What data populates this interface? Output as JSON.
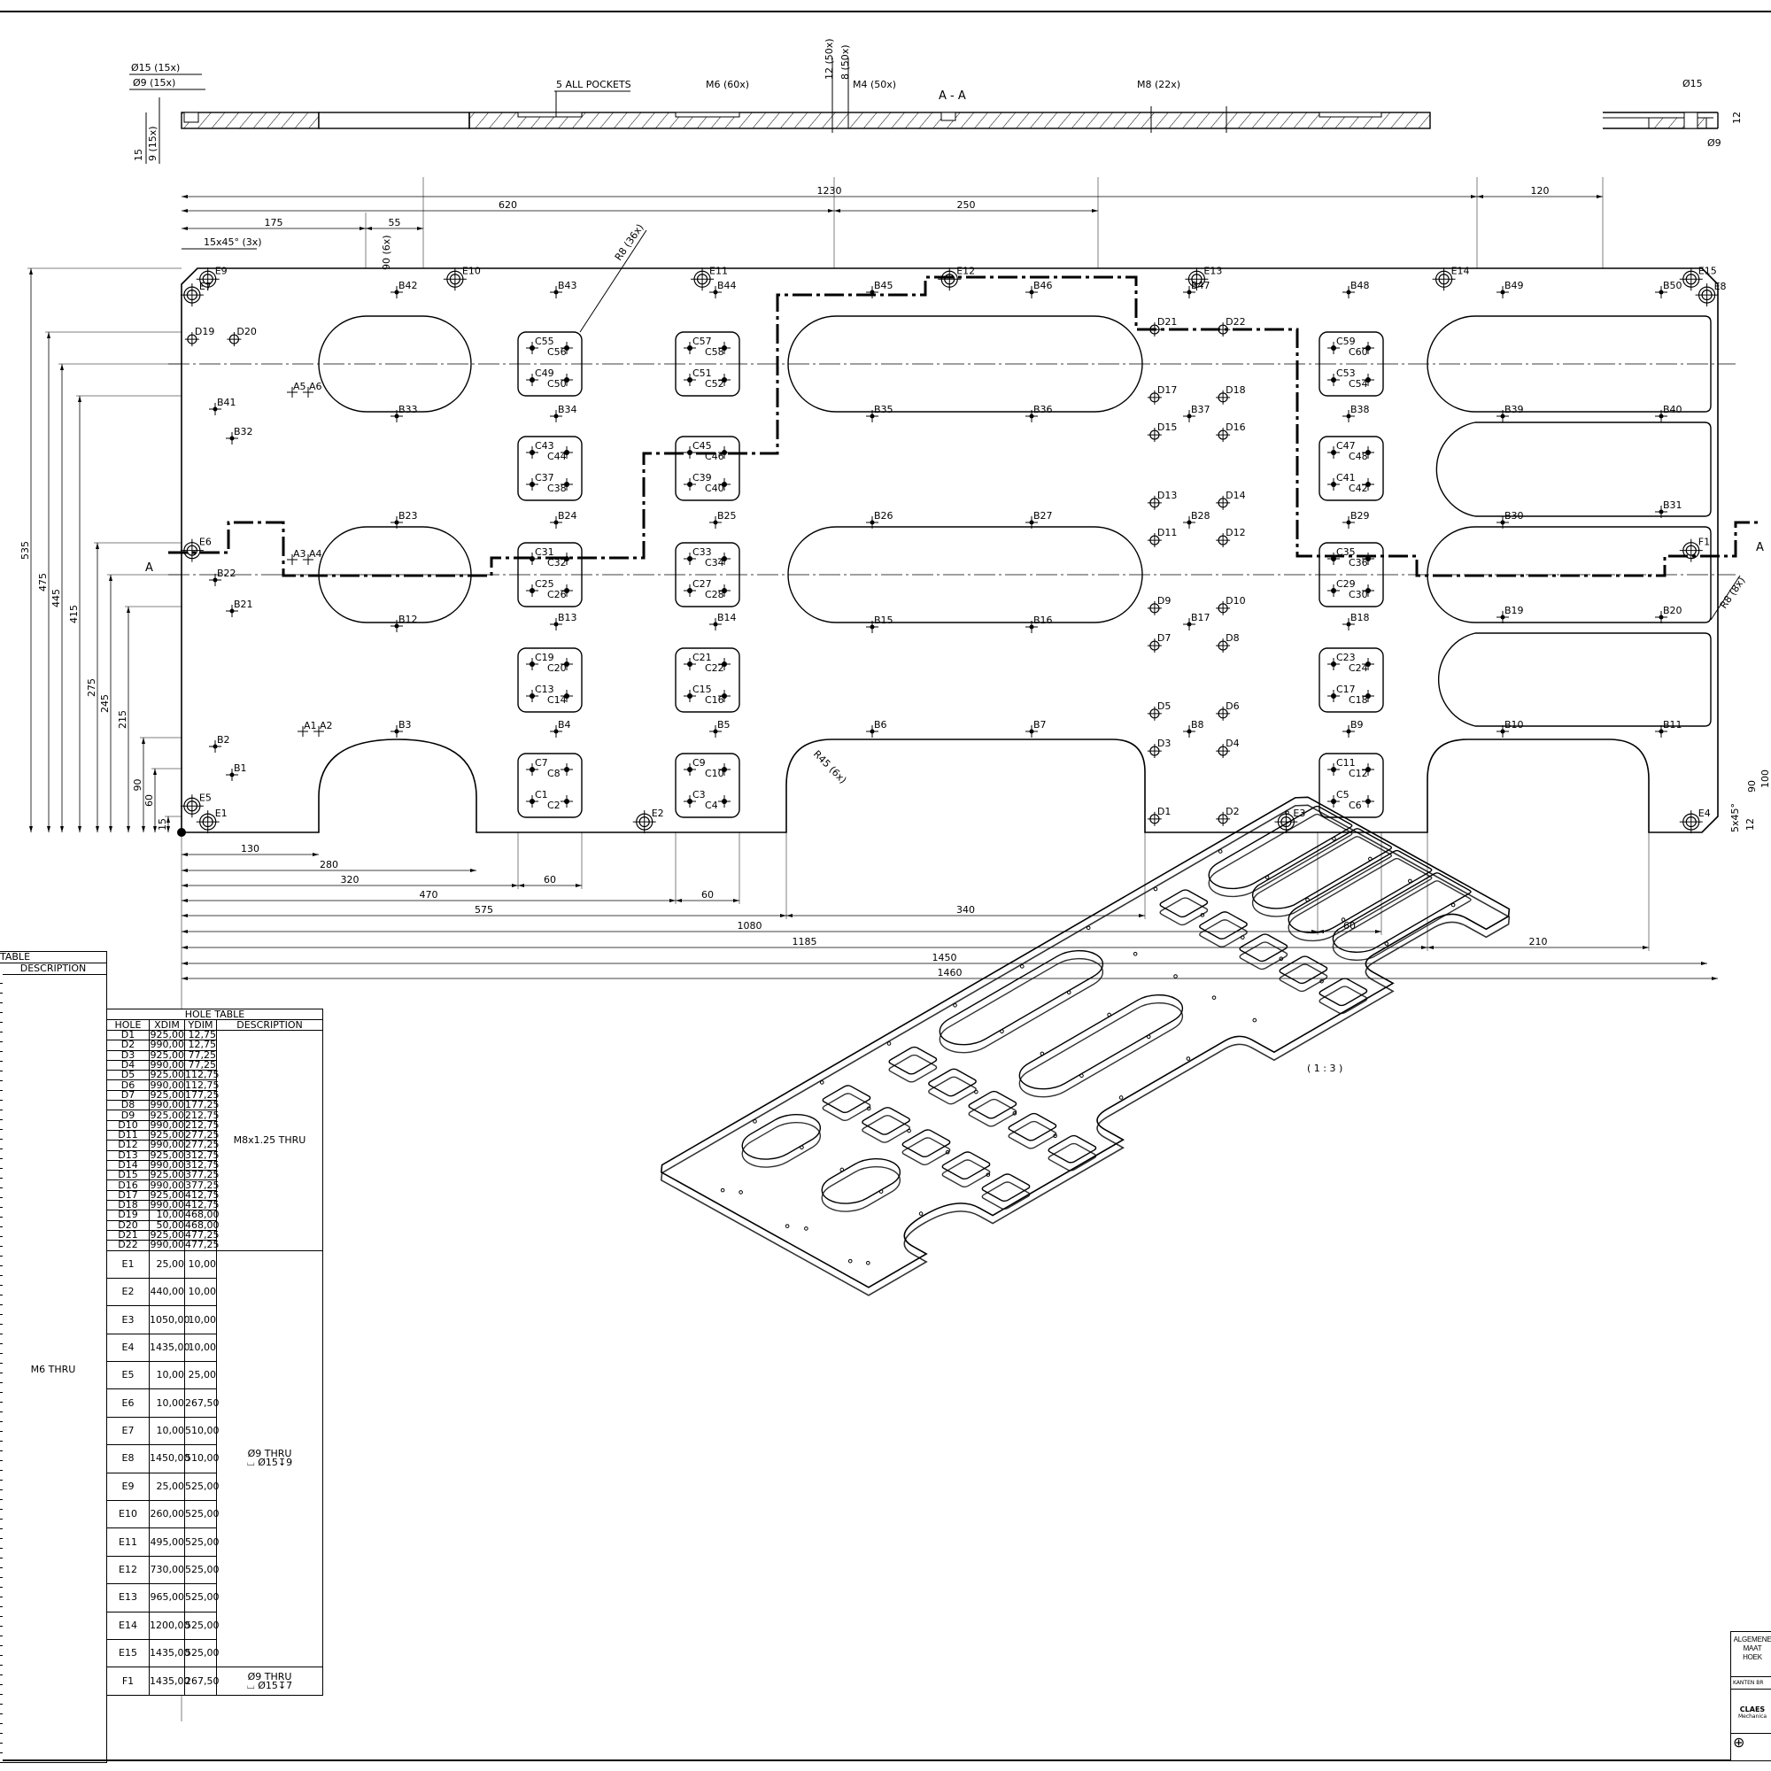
{
  "section_view": {
    "title": "A - A",
    "dia15_note": "Ø15 (15x)",
    "dia9_note": "Ø9 (15x)",
    "thk15": "15",
    "depth9": "9 (15x)",
    "pockets_note": "5 ALL POCKETS",
    "m6_note": "M6 (60x)",
    "depth12": "12 (50x)",
    "depth8": "8 (50x)",
    "m4_note": "M4 (50x)",
    "m8_note": "M8 (22x)",
    "right_dia15": "Ø15",
    "right_dia9": "Ø9",
    "right_12": "12"
  },
  "plan_view": {
    "section_marker": "A",
    "dims": {
      "d1230": "1230",
      "d620": "620",
      "d250": "250",
      "d120": "120",
      "d175": "175",
      "d55": "55",
      "chamfer": "15x45° (3x)",
      "d90x6": "90 (6x)",
      "r8x36": "R8 (36x)",
      "r45x6": "R45 (6x)",
      "r8x8": "R8 (8x)",
      "chamfer5": "5x45°",
      "r90": "90",
      "r100": "100",
      "r12": "12",
      "d130": "130",
      "d280": "280",
      "d320": "320",
      "d470": "470",
      "d60a": "60",
      "d60b": "60",
      "d575": "575",
      "d340": "340",
      "d1080": "1080",
      "d60c": "60",
      "d1185": "1185",
      "d210": "210",
      "d1450": "1450",
      "d1460": "1460",
      "v535": "535",
      "v475": "475",
      "v445": "445",
      "v415": "415",
      "v275": "275",
      "v245": "245",
      "v215": "215",
      "v90": "90",
      "v60": "60",
      "v15": "15"
    },
    "a_marks": [
      "A1",
      "A2",
      "A3",
      "A4",
      "A5",
      "A6"
    ],
    "b_holes": [
      "B1",
      "B2",
      "B3",
      "B4",
      "B5",
      "B6",
      "B7",
      "B8",
      "B9",
      "B10",
      "B11",
      "B12",
      "B13",
      "B14",
      "B15",
      "B16",
      "B17",
      "B18",
      "B19",
      "B20",
      "B21",
      "B22",
      "B23",
      "B24",
      "B25",
      "B26",
      "B27",
      "B28",
      "B29",
      "B30",
      "B31",
      "B32",
      "B33",
      "B34",
      "B35",
      "B36",
      "B37",
      "B38",
      "B39",
      "B40",
      "B41",
      "B42",
      "B43",
      "B44",
      "B45",
      "B46",
      "B47",
      "B48",
      "B49",
      "B50"
    ],
    "c_holes": [
      "C1",
      "C2",
      "C3",
      "C4",
      "C5",
      "C6",
      "C7",
      "C8",
      "C9",
      "C10",
      "C11",
      "C12",
      "C13",
      "C14",
      "C15",
      "C16",
      "C17",
      "C18",
      "C19",
      "C20",
      "C21",
      "C22",
      "C23",
      "C24",
      "C25",
      "C26",
      "C27",
      "C28",
      "C29",
      "C30",
      "C31",
      "C32",
      "C33",
      "C34",
      "C35",
      "C36",
      "C37",
      "C38",
      "C39",
      "C40",
      "C41",
      "C42",
      "C43",
      "C44",
      "C45",
      "C46",
      "C47",
      "C48",
      "C49",
      "C50",
      "C51",
      "C52",
      "C53",
      "C54",
      "C55",
      "C56",
      "C57",
      "C58",
      "C59",
      "C60"
    ]
  },
  "iso_view": {
    "scale": "( 1 : 3 )"
  },
  "left_table": {
    "title": "TABLE",
    "header": "DESCRIPTION",
    "description": "M6 THRU"
  },
  "hole_table": {
    "title": "HOLE TABLE",
    "headers": [
      "HOLE",
      "XDIM",
      "YDIM",
      "DESCRIPTION"
    ],
    "groups": [
      {
        "description": "M8x1.25 THRU",
        "rows": [
          [
            "D1",
            "925,00",
            "12,75"
          ],
          [
            "D2",
            "990,00",
            "12,75"
          ],
          [
            "D3",
            "925,00",
            "77,25"
          ],
          [
            "D4",
            "990,00",
            "77,25"
          ],
          [
            "D5",
            "925,00",
            "112,75"
          ],
          [
            "D6",
            "990,00",
            "112,75"
          ],
          [
            "D7",
            "925,00",
            "177,25"
          ],
          [
            "D8",
            "990,00",
            "177,25"
          ],
          [
            "D9",
            "925,00",
            "212,75"
          ],
          [
            "D10",
            "990,00",
            "212,75"
          ],
          [
            "D11",
            "925,00",
            "277,25"
          ],
          [
            "D12",
            "990,00",
            "277,25"
          ],
          [
            "D13",
            "925,00",
            "312,75"
          ],
          [
            "D14",
            "990,00",
            "312,75"
          ],
          [
            "D15",
            "925,00",
            "377,25"
          ],
          [
            "D16",
            "990,00",
            "377,25"
          ],
          [
            "D17",
            "925,00",
            "412,75"
          ],
          [
            "D18",
            "990,00",
            "412,75"
          ],
          [
            "D19",
            "10,00",
            "468,00"
          ],
          [
            "D20",
            "50,00",
            "468,00"
          ],
          [
            "D21",
            "925,00",
            "477,25"
          ],
          [
            "D22",
            "990,00",
            "477,25"
          ]
        ]
      },
      {
        "description": "Ø9 THRU",
        "description2": "⌴ Ø15↧9",
        "rows": [
          [
            "E1",
            "25,00",
            "10,00"
          ],
          [
            "E2",
            "440,00",
            "10,00"
          ],
          [
            "E3",
            "1050,00",
            "10,00"
          ],
          [
            "E4",
            "1435,00",
            "10,00"
          ],
          [
            "E5",
            "10,00",
            "25,00"
          ],
          [
            "E6",
            "10,00",
            "267,50"
          ],
          [
            "E7",
            "10,00",
            "510,00"
          ],
          [
            "E8",
            "1450,00",
            "510,00"
          ],
          [
            "E9",
            "25,00",
            "525,00"
          ],
          [
            "E10",
            "260,00",
            "525,00"
          ],
          [
            "E11",
            "495,00",
            "525,00"
          ],
          [
            "E12",
            "730,00",
            "525,00"
          ],
          [
            "E13",
            "965,00",
            "525,00"
          ],
          [
            "E14",
            "1200,00",
            "525,00"
          ],
          [
            "E15",
            "1435,00",
            "525,00"
          ]
        ]
      },
      {
        "description": "Ø9 THRU",
        "description2": "⌴ Ø15↧7",
        "rows": [
          [
            "F1",
            "1435,00",
            "267,50"
          ]
        ]
      }
    ]
  },
  "title_block": {
    "general": "ALGEMENE",
    "size": "MAAT",
    "angle": "HOEK",
    "edges": "KANTEN BR",
    "company": "CLAES",
    "company_sub": "Mechanica"
  }
}
